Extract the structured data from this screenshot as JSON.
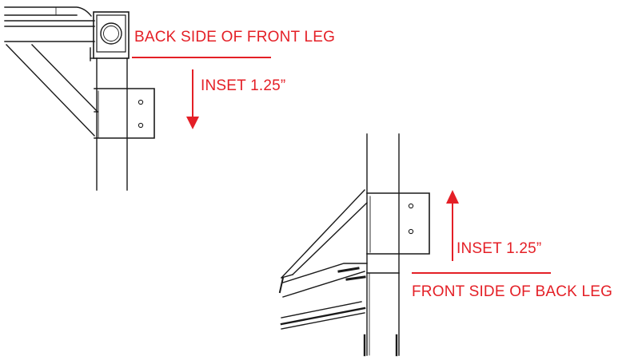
{
  "colors": {
    "annotation": "#e41f26",
    "line": "#1a1a1a",
    "background": "#ffffff"
  },
  "labels": {
    "back_side_of_front_leg": "BACK SIDE OF FRONT LEG",
    "inset_top": "INSET 1.25”",
    "inset_bottom": "INSET 1.25”",
    "front_side_of_back_leg": "FRONT SIDE OF BACK LEG"
  },
  "arrows": {
    "top": "down-arrow-icon",
    "bottom": "up-arrow-icon"
  }
}
